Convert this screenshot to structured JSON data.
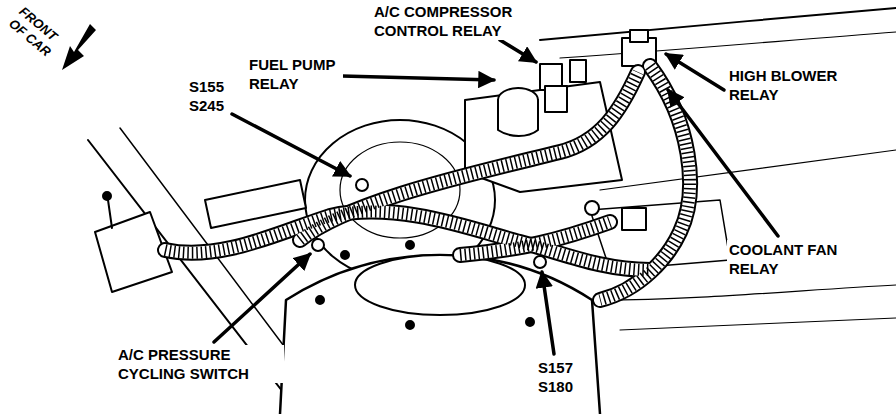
{
  "diagram": {
    "labels": [
      "FRONT OF CAR",
      "A/C COMPRESSOR CONTROL RELAY",
      "FUEL PUMP RELAY",
      "S155",
      "S245",
      "HIGH BLOWER RELAY",
      "COOLANT FAN RELAY",
      "A/C PRESSURE CYCLING SWITCH",
      "S157",
      "S180"
    ]
  }
}
